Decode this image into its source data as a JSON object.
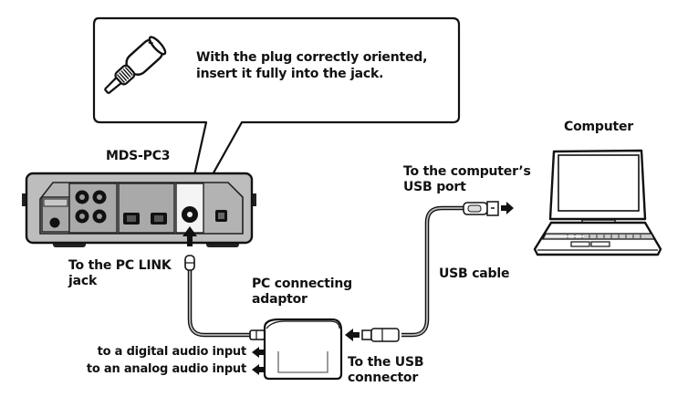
{
  "diagram": {
    "callout": {
      "text_line1": "With the plug correctly oriented,",
      "text_line2": "insert it fully into the jack."
    },
    "device": {
      "name": "MDS-PC3",
      "jack_label_line1": "To the PC LINK",
      "jack_label_line2": "jack"
    },
    "adaptor": {
      "label_line1": "PC connecting",
      "label_line2": "adaptor",
      "outputs": [
        "to a digital audio input",
        "to an analog audio input"
      ],
      "usb_connector_line1": "To the USB",
      "usb_connector_line2": "connector"
    },
    "cable": {
      "label": "USB cable"
    },
    "computer": {
      "name": "Computer",
      "port_label_line1": "To the computer’s",
      "port_label_line2": "USB port"
    },
    "colors": {
      "ink": "#111111",
      "device_fill": "#bdbdbd",
      "device_panel": "#a9a9a9",
      "paper": "#ffffff"
    }
  }
}
